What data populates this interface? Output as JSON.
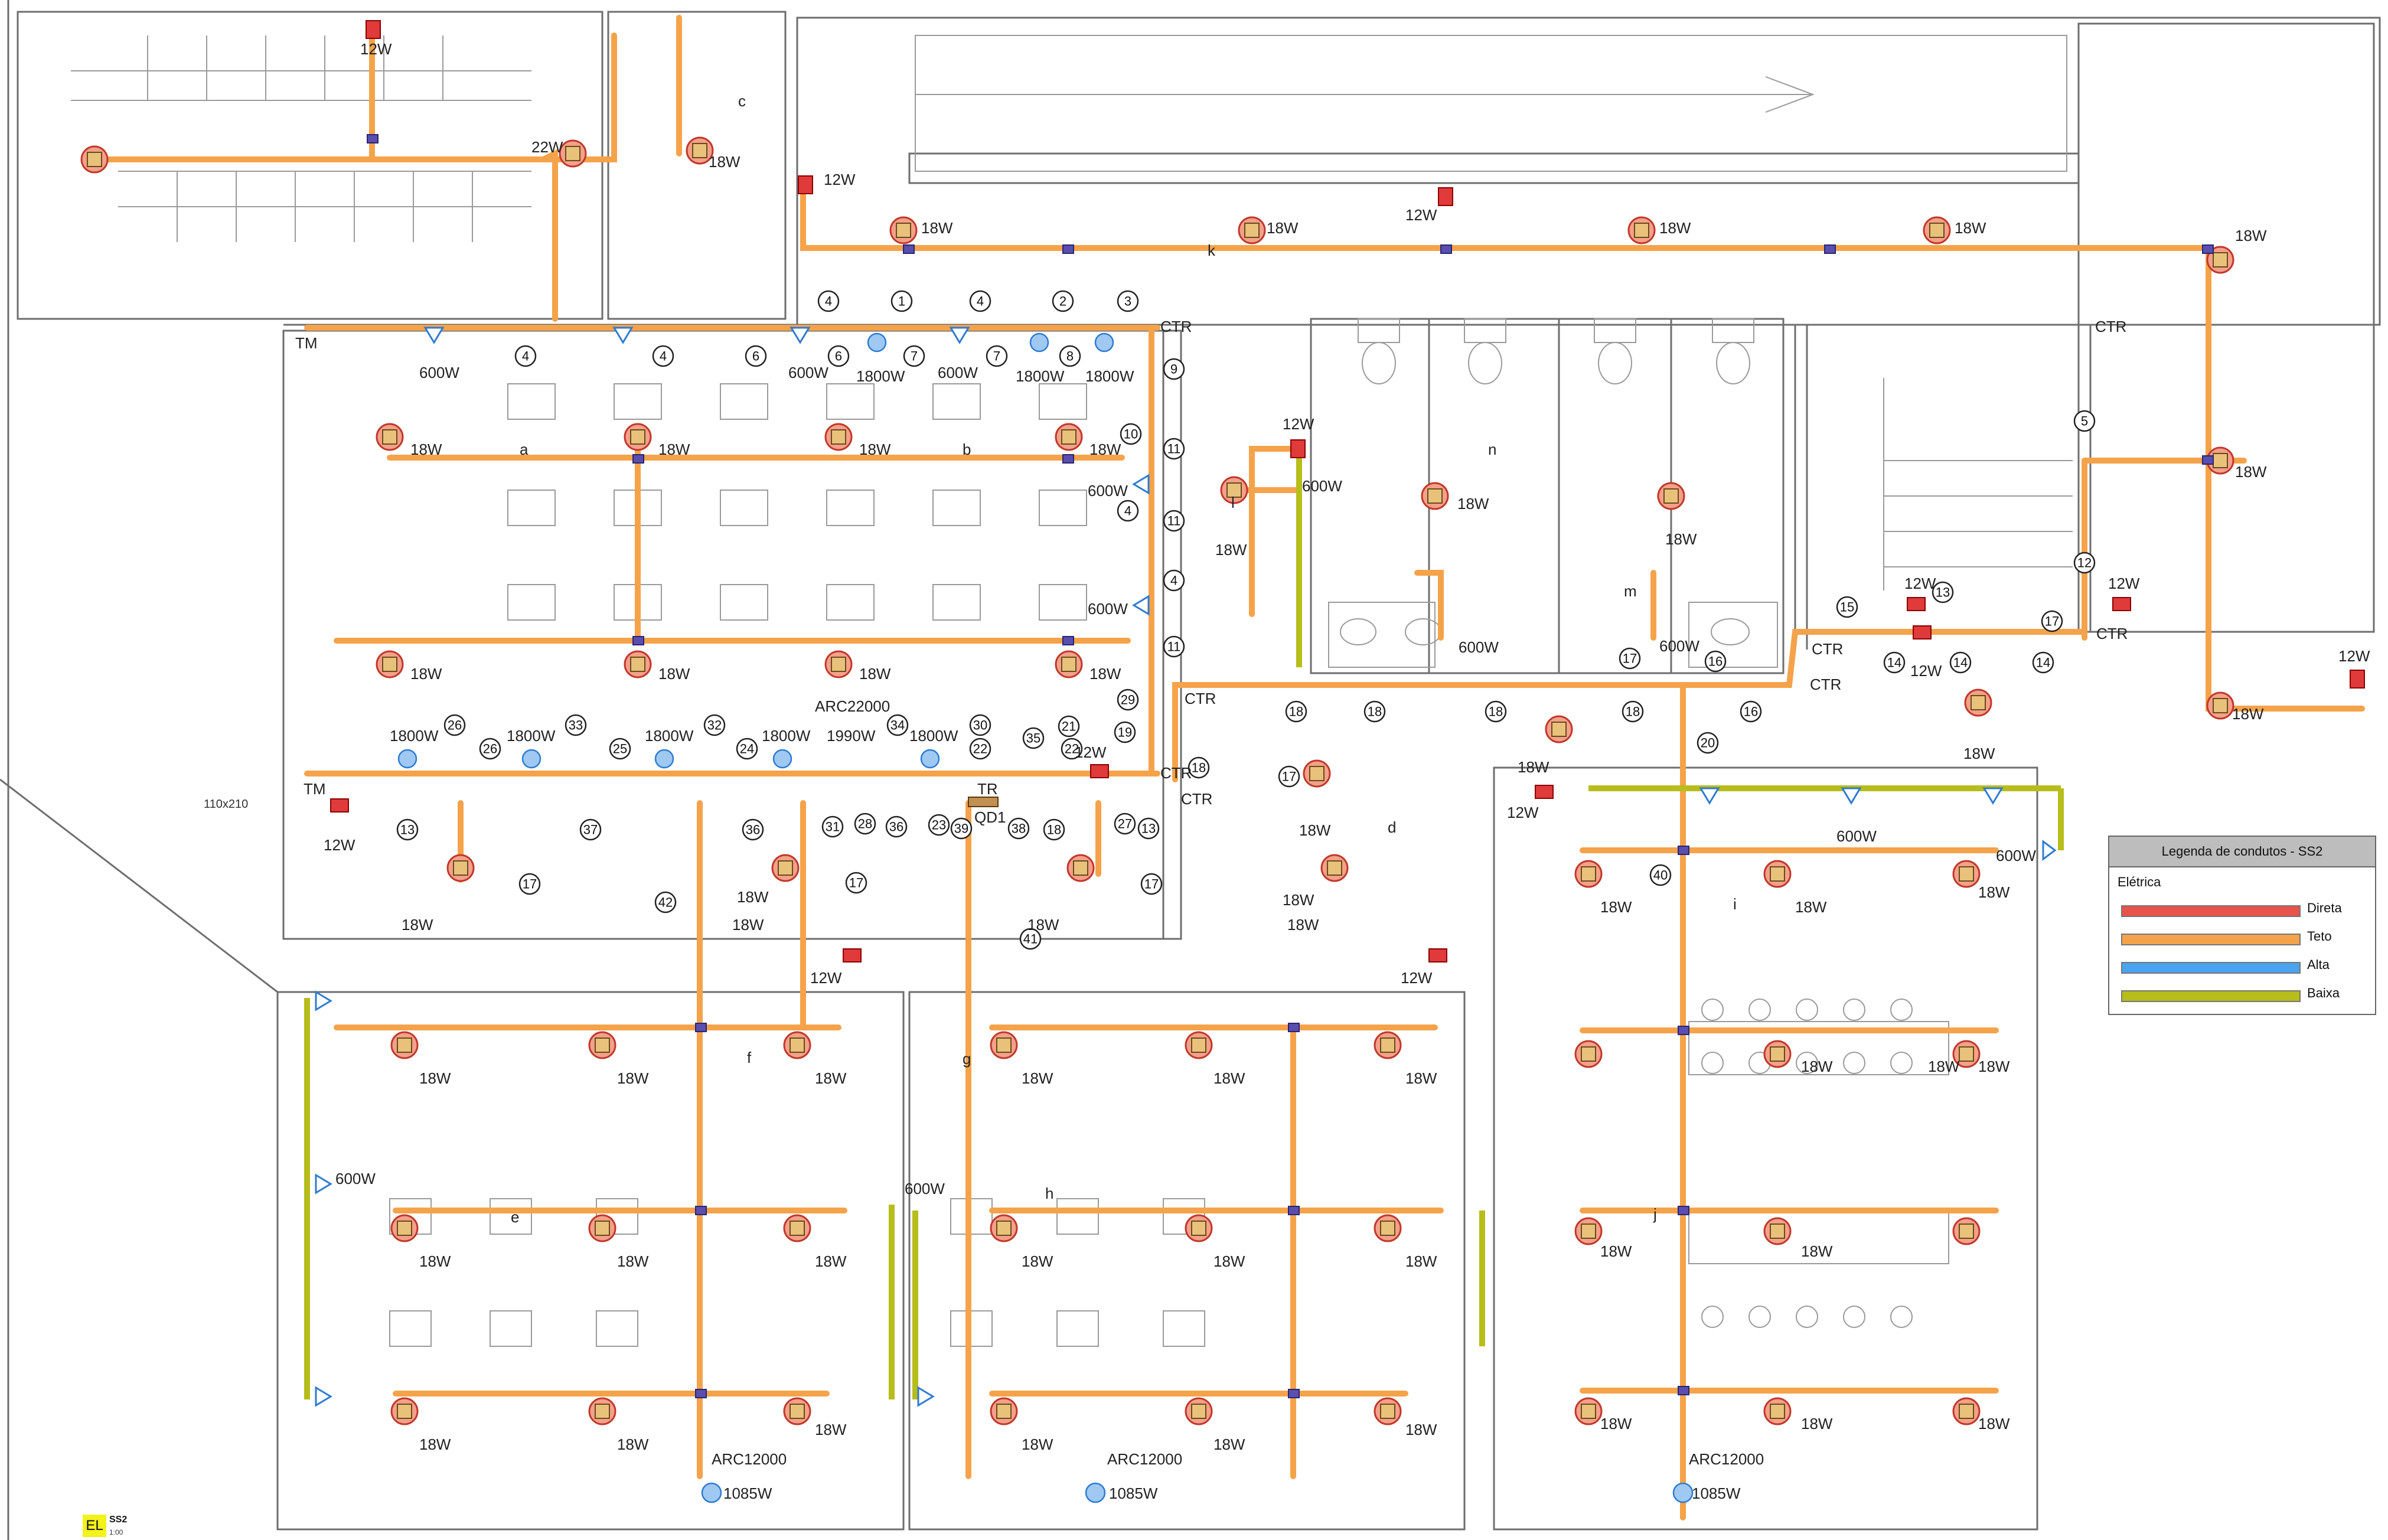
{
  "legend": {
    "title": "Legenda de condutos - SS2",
    "subtitle": "Elétrica",
    "items": [
      {
        "label": "Direta",
        "color": "#e8534b"
      },
      {
        "label": "Teto",
        "color": "#f5a34a"
      },
      {
        "label": "Alta",
        "color": "#4aa3f0"
      },
      {
        "label": "Baixa",
        "color": "#b7bd1a"
      }
    ]
  },
  "stamp": {
    "code": "EL",
    "sheet": "SS2",
    "scale": "1:00"
  },
  "panels": {
    "qd1": "QD1",
    "tr": "TR"
  },
  "labels": {
    "ctr": "CTR",
    "tm": "TM",
    "arc22000": "ARC22000",
    "arc12000": "ARC12000",
    "w12": "12W",
    "w18": "18W",
    "w600": "600W",
    "w1800": "1800W",
    "w1990": "1990W",
    "w1085": "1085W",
    "w22": "22W",
    "door": "110x210"
  },
  "circuits": [
    "1",
    "2",
    "3",
    "4",
    "5",
    "6",
    "7",
    "8",
    "9",
    "10",
    "11",
    "12",
    "13",
    "14",
    "15",
    "16",
    "17",
    "18",
    "19",
    "20",
    "21",
    "22",
    "23",
    "24",
    "25",
    "26",
    "27",
    "28",
    "29",
    "30",
    "31",
    "32",
    "33",
    "34",
    "35",
    "36",
    "37",
    "38",
    "39",
    "40",
    "41",
    "42"
  ],
  "loads": [
    {
      "id": "3",
      "value": "600W"
    },
    {
      "id": "4",
      "value": "1800W"
    },
    {
      "id": "5",
      "value": "1800W"
    },
    {
      "id": "6",
      "value": "1800W"
    },
    {
      "id": "7",
      "value": "1800W"
    },
    {
      "id": "8",
      "value": "1800W"
    },
    {
      "id": "9",
      "value": "1800W"
    },
    {
      "id": "10",
      "value": "1800W"
    },
    {
      "id": "11",
      "value": "1800W"
    },
    {
      "id": "15",
      "value": "1990W"
    },
    {
      "id": "16",
      "value": "1085W"
    },
    {
      "id": "17",
      "value": "1085W"
    },
    {
      "id": "18",
      "value": "1085W"
    }
  ],
  "groups": [
    "a",
    "b",
    "c",
    "d",
    "e",
    "f",
    "g",
    "h",
    "i",
    "j",
    "k",
    "l",
    "m",
    "n"
  ]
}
